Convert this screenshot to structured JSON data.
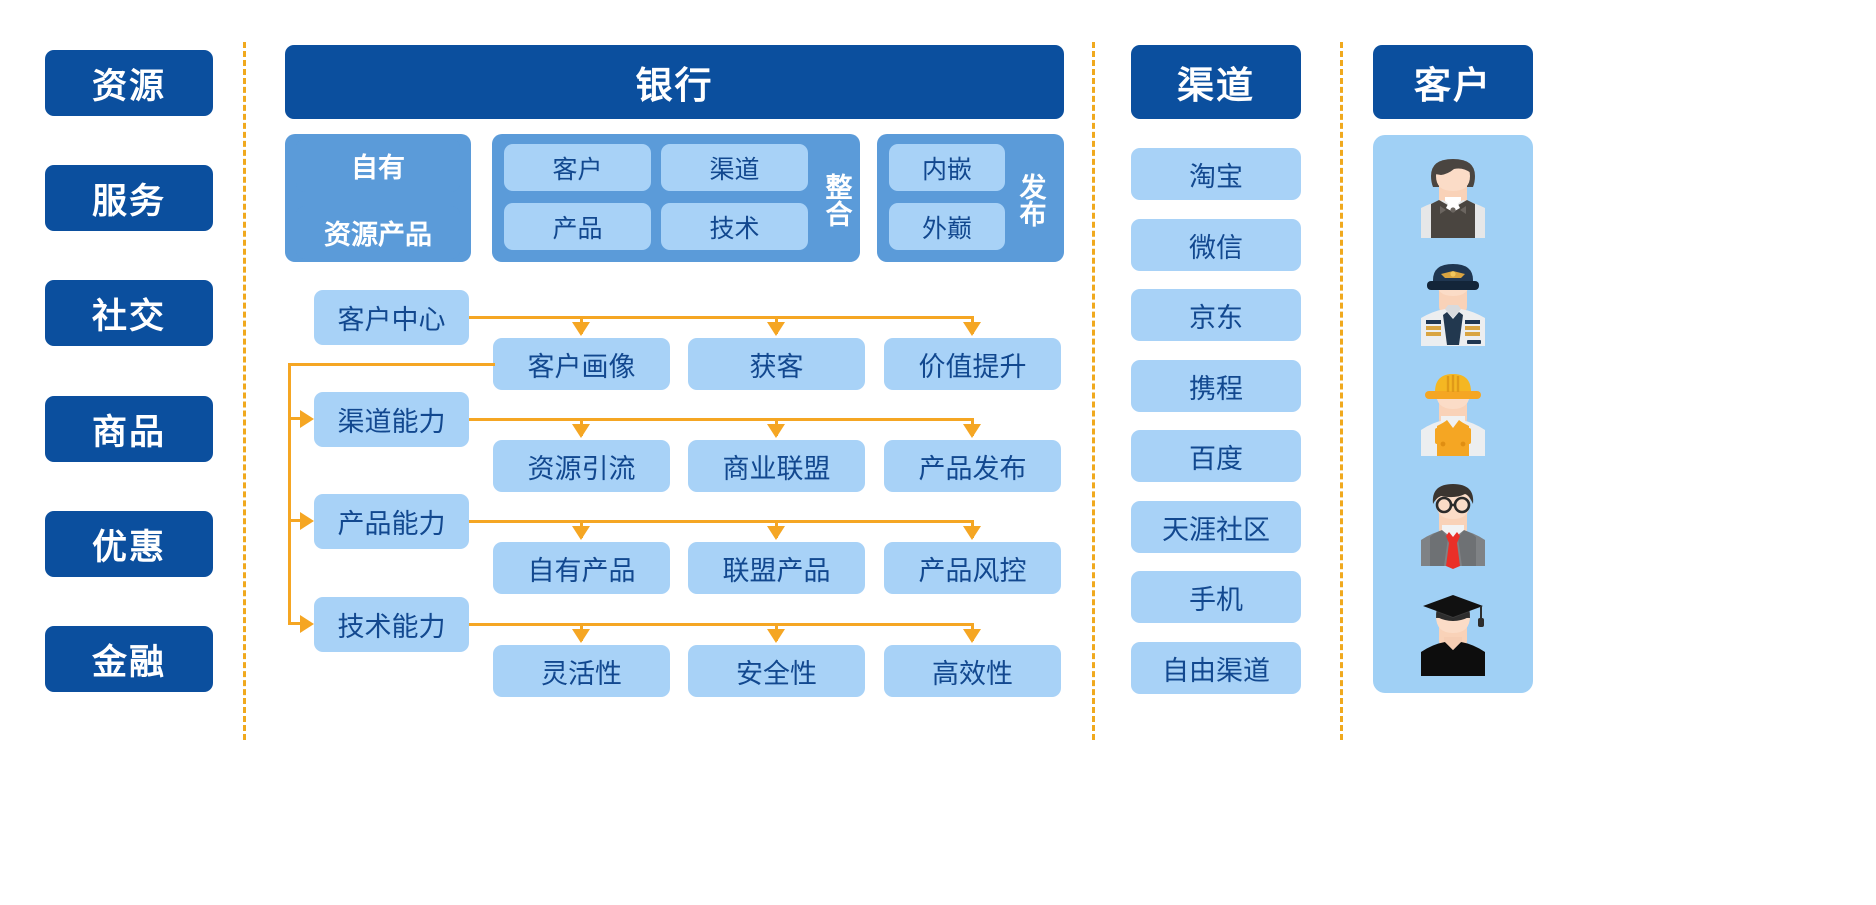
{
  "palette": {
    "dark_blue": "#0b4f9e",
    "mid_blue": "#5b9bd9",
    "light_blue": "#a8d2f7",
    "panel_blue": "#a0d0f5",
    "orange": "#f5a623",
    "dash_orange": "#f0a91e",
    "text_blue": "#12488f",
    "white": "#ffffff"
  },
  "left_column": {
    "items": [
      {
        "label": "资源"
      },
      {
        "label": "服务"
      },
      {
        "label": "社交"
      },
      {
        "label": "商品"
      },
      {
        "label": "优惠"
      },
      {
        "label": "金融"
      }
    ]
  },
  "bank": {
    "title": "银行",
    "own_group": {
      "items": [
        {
          "label": "自有"
        },
        {
          "label": "资源产品"
        }
      ]
    },
    "integrate_group": {
      "side_label": "整合",
      "cells": [
        {
          "label": "客户"
        },
        {
          "label": "渠道"
        },
        {
          "label": "产品"
        },
        {
          "label": "技术"
        }
      ]
    },
    "publish_group": {
      "side_label": "发布",
      "cells": [
        {
          "label": "内嵌"
        },
        {
          "label": "外巅"
        }
      ]
    }
  },
  "flow": {
    "rows": [
      {
        "capability": "客户中心",
        "leaves": [
          {
            "label": "客户画像"
          },
          {
            "label": "获客"
          },
          {
            "label": "价值提升"
          }
        ]
      },
      {
        "capability": "渠道能力",
        "leaves": [
          {
            "label": "资源引流"
          },
          {
            "label": "商业联盟"
          },
          {
            "label": "产品发布"
          }
        ]
      },
      {
        "capability": "产品能力",
        "leaves": [
          {
            "label": "自有产品"
          },
          {
            "label": "联盟产品"
          },
          {
            "label": "产品风控"
          }
        ]
      },
      {
        "capability": "技术能力",
        "leaves": [
          {
            "label": "灵活性"
          },
          {
            "label": "安全性"
          },
          {
            "label": "高效性"
          }
        ]
      }
    ]
  },
  "channel": {
    "title": "渠道",
    "items": [
      {
        "label": "淘宝"
      },
      {
        "label": "微信"
      },
      {
        "label": "京东"
      },
      {
        "label": "携程"
      },
      {
        "label": "百度"
      },
      {
        "label": "天涯社区"
      },
      {
        "label": "手机"
      },
      {
        "label": "自由渠道"
      }
    ]
  },
  "customer": {
    "title": "客户",
    "avatars": [
      {
        "name": "waiter-bowtie-avatar"
      },
      {
        "name": "pilot-captain-avatar"
      },
      {
        "name": "construction-worker-avatar"
      },
      {
        "name": "businessman-glasses-avatar"
      },
      {
        "name": "graduate-avatar"
      }
    ]
  }
}
